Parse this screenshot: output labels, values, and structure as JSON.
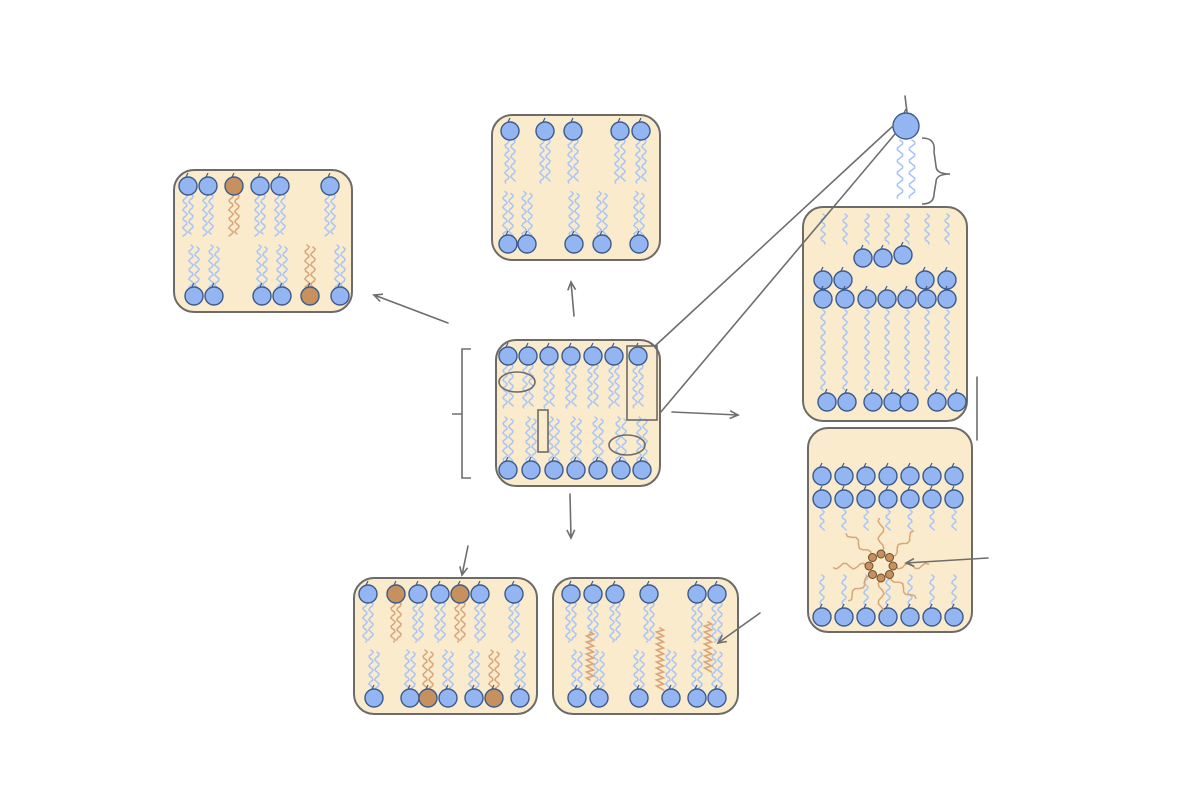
{
  "diagram": {
    "colors": {
      "background": "#ffffff",
      "panel_fill": "#f9ebcc",
      "panel_stroke": "#6e6a67",
      "head_fill": "#93b5f2",
      "head_stroke": "#3c5a8c",
      "tail": "#a9c5f7",
      "special_head": "#c7915f",
      "special_tail": "#d9a57a",
      "arrow": "#6e6e6e"
    },
    "panels": [
      {
        "id": "center",
        "role": "bilayer-with-inclusions"
      },
      {
        "id": "top",
        "role": "sparse-bilayer"
      },
      {
        "id": "left",
        "role": "bilayer-with-special-lipids"
      },
      {
        "id": "bottom-left",
        "role": "bilayer-with-large-heads"
      },
      {
        "id": "bottom-right",
        "role": "bilayer-with-helical-tails"
      },
      {
        "id": "right-upper",
        "role": "stacked-layers-zoom"
      },
      {
        "id": "right-lower",
        "role": "micelle-cross-section"
      }
    ],
    "legend_lipid": {
      "role": "single-phospholipid",
      "icon": "lipid-molecule-icon"
    }
  }
}
